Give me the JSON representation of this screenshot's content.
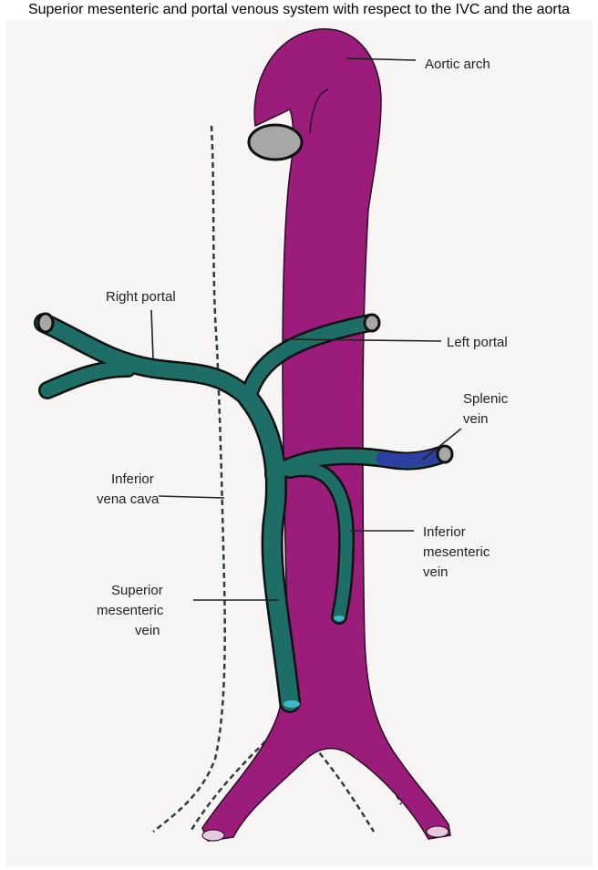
{
  "header": {
    "text": "Superior mesenteric and portal venous system with respect to the IVC and the aorta"
  },
  "labels": {
    "aortic_arch": "Aortic arch",
    "right_portal": "Right portal",
    "left_portal": "Left portal",
    "splenic_vein_1": "Splenic",
    "splenic_vein_2": "vein",
    "ivc_1": "Inferior",
    "ivc_2": "vena cava",
    "imv_1": "Inferior",
    "imv_2": "mesenteric",
    "imv_3": "vein",
    "smv_1": "Superior",
    "smv_2": "mesenteric",
    "smv_3": "vein"
  },
  "colors": {
    "aorta": "#9c1c7c",
    "portal_system": "#1e6e68",
    "splenic_tip": "#2d3fa0",
    "outline": "#1a1a1a",
    "background": "#f6f5f3"
  }
}
